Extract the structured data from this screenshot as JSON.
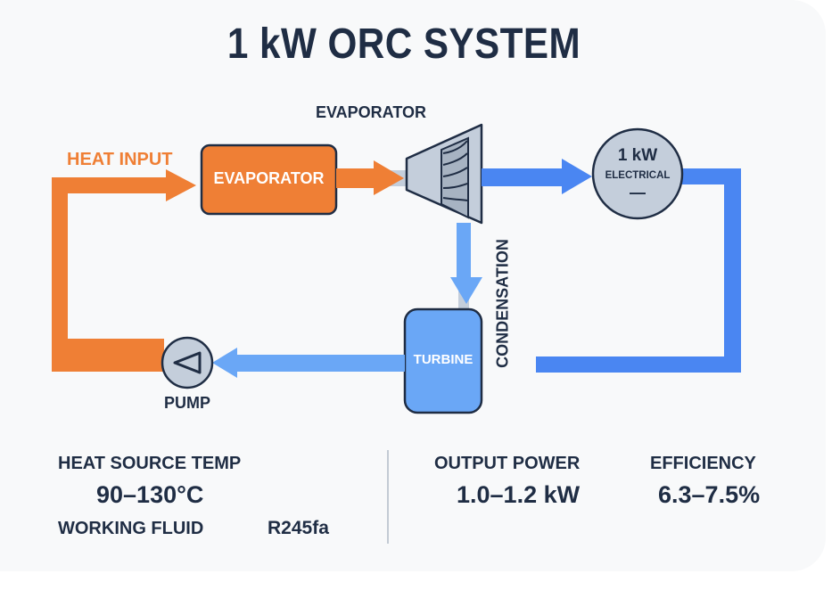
{
  "title": "1 kW ORC SYSTEM",
  "diagram": {
    "labels": {
      "heat_input": "HEAT INPUT",
      "evaporator_box": "EVAPORATOR",
      "expander_caption": "EVAPORATOR",
      "generator_value": "1 kW",
      "generator_sub": "ELECTRICAL",
      "generator_mark": "—",
      "condensation": "CONDENSATION",
      "turbine_box": "TURBINE",
      "pump": "PUMP"
    },
    "colors": {
      "title_text": "#1f2d44",
      "hot_loop": "#ef7f35",
      "cold_loop": "#4a86f2",
      "condensate": "#6aa7f6",
      "component_fill": "#c4cedb",
      "outline": "#1f2d44",
      "background": "#f8f9fa"
    }
  },
  "specs": {
    "heat_source_temp": {
      "label": "HEAT SOURCE TEMP",
      "value": "90–130°C"
    },
    "working_fluid": {
      "label": "WORKING FLUID",
      "value": "R245fa"
    },
    "output_power": {
      "label": "OUTPUT POWER",
      "value": "1.0–1.2 kW"
    },
    "efficiency": {
      "label": "EFFICIENCY",
      "value": "6.3–7.5%"
    }
  }
}
